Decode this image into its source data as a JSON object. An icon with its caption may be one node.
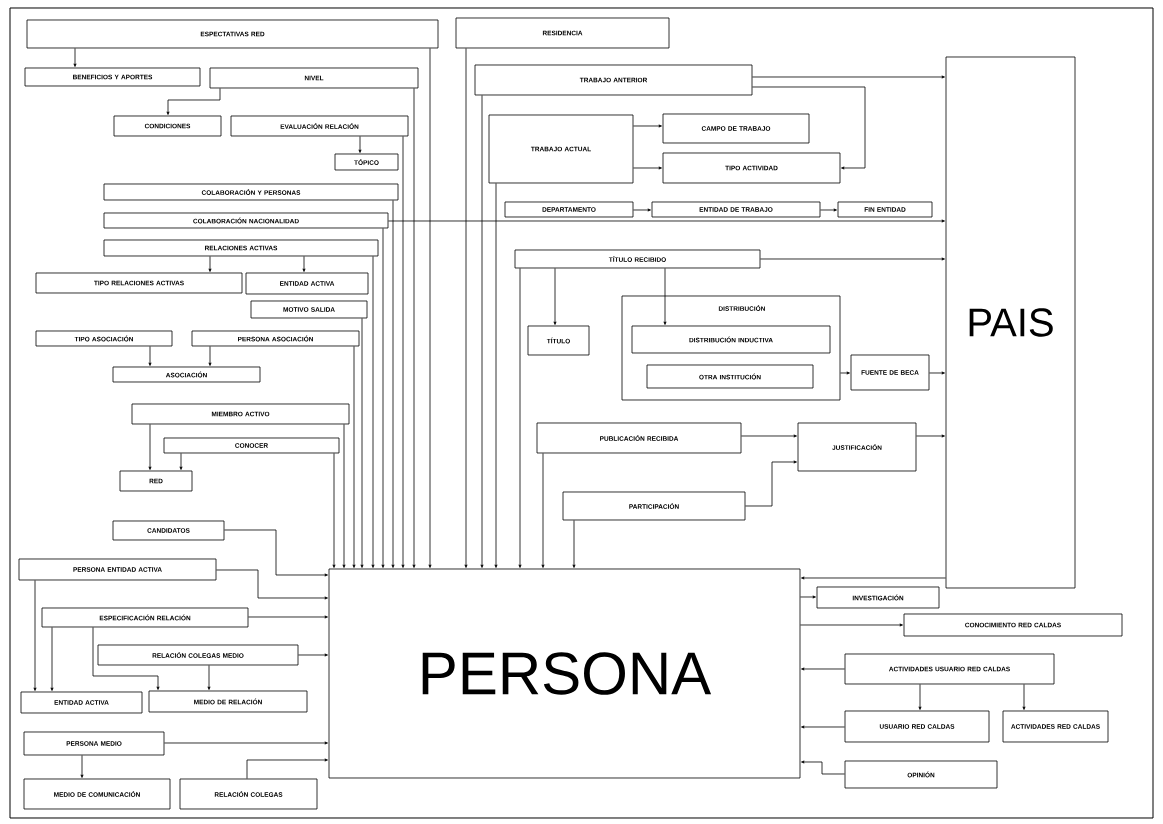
{
  "diagram": {
    "nodes": [
      {
        "text": [
          "ESPECTATIVAS RED"
        ]
      },
      {
        "text": [
          "BENEFICIOS Y APORTES"
        ]
      },
      {
        "text": [
          "NIVEL"
        ]
      },
      {
        "text": [
          "CONDICIONES"
        ]
      },
      {
        "text": [
          "EVALUACIÓN RELACIÓN"
        ]
      },
      {
        "text": [
          "TÓPICO"
        ]
      },
      {
        "text": [
          "COLABORACIÓN Y PERSONAS"
        ]
      },
      {
        "text": [
          "COLABORACIÓN NACIONALIDAD"
        ]
      },
      {
        "text": [
          "RELACIONES ACTIVAS"
        ]
      },
      {
        "text": [
          "TIPO RELACIONES ACTIVAS"
        ]
      },
      {
        "text": [
          "ENTIDAD ACTIVA"
        ]
      },
      {
        "text": [
          "MOTIVO SALIDA"
        ]
      },
      {
        "text": [
          "TIPO ASOCIACIÓN"
        ]
      },
      {
        "text": [
          "PERSONA ASOCIACIÓN"
        ]
      },
      {
        "text": [
          "ASOCIACIÓN"
        ]
      },
      {
        "text": [
          "MIEMBRO ACTIVO"
        ]
      },
      {
        "text": [
          "CONOCER"
        ]
      },
      {
        "text": [
          "RED"
        ]
      },
      {
        "text": [
          "CANDIDATOS"
        ]
      },
      {
        "text": [
          "PERSONA ENTIDAD ACTIVA"
        ]
      },
      {
        "text": [
          "ESPECIFICACIÓN RELACIÓN"
        ]
      },
      {
        "text": [
          "RELACIÓN COLEGAS MEDIO"
        ]
      },
      {
        "text": [
          "ENTIDAD ACTIVA"
        ]
      },
      {
        "text": [
          "MEDIO DE RELACIÓN"
        ]
      },
      {
        "text": [
          "PERSONA MEDIO"
        ]
      },
      {
        "text": [
          "MEDIO DE COMUNICACIÓN"
        ]
      },
      {
        "text": [
          "RELACIÓN COLEGAS"
        ]
      },
      {
        "text": [
          "PERSONA"
        ]
      },
      {
        "text": [
          "RESIDENCIA"
        ]
      },
      {
        "text": [
          "TRABAJO ANTERIOR"
        ]
      },
      {
        "text": [
          "TRABAJO ACTUAL"
        ]
      },
      {
        "text": [
          "CAMPO DE TRABAJO"
        ]
      },
      {
        "text": [
          "TIPO ACTIVIDAD"
        ]
      },
      {
        "text": [
          "DEPARTAMENTO"
        ]
      },
      {
        "text": [
          "ENTIDAD DE TRABAJO"
        ]
      },
      {
        "text": [
          "FIN ENTIDAD"
        ]
      },
      {
        "text": [
          "TÍTULO RECIBIDO"
        ]
      },
      {
        "text": [
          "TÍTULO"
        ]
      },
      {
        "text": [
          "DISTRIBUCIÓN"
        ]
      },
      {
        "text": [
          "DISTRIBUCIÓN INDUCTIVA"
        ],
        "in": 38
      },
      {
        "text": [
          "OTRA INSTITUCIÓN"
        ],
        "in": 38
      },
      {
        "text": [
          "FUENTE DE BECA"
        ]
      },
      {
        "text": [
          "PUBLICACIÓN RECIBIDA"
        ]
      },
      {
        "text": [
          "JUSTIFICACIÓN"
        ]
      },
      {
        "text": [
          "PARTICIPACIÓN"
        ]
      },
      {
        "text": [
          "PAIS"
        ]
      },
      {
        "text": [
          "INVESTIGACIÓN"
        ]
      },
      {
        "text": [
          "CONOCIMIENTO RED CALDAS"
        ]
      },
      {
        "text": [
          "ACTIVIDADES USUARIO RED CALDAS"
        ]
      },
      {
        "text": [
          "USUARIO RED CALDAS"
        ]
      },
      {
        "text": [
          "ACTIVIDADES RED CALDAS"
        ]
      },
      {
        "text": [
          "OPINIÓN"
        ]
      }
    ],
    "edges": [
      {
        "from": 0,
        "to": 1,
        "arrow": "to"
      },
      {
        "from": 0,
        "to": 27,
        "arrow": "to"
      },
      {
        "from": 2,
        "to": 3,
        "arrow": "to"
      },
      {
        "from": 2,
        "to": 27,
        "arrow": "to"
      },
      {
        "from": 4,
        "to": 5,
        "arrow": "to"
      },
      {
        "from": 4,
        "to": 27,
        "arrow": "to"
      },
      {
        "from": 6,
        "to": 27,
        "arrow": "to"
      },
      {
        "from": 7,
        "to": 27,
        "arrow": "to"
      },
      {
        "from": 7,
        "to": 45,
        "arrow": "to"
      },
      {
        "from": 8,
        "to": 9,
        "arrow": "to"
      },
      {
        "from": 8,
        "to": 10,
        "arrow": "to"
      },
      {
        "from": 8,
        "to": 27,
        "arrow": "to"
      },
      {
        "from": 11,
        "to": 27,
        "arrow": "to"
      },
      {
        "from": 12,
        "to": 14,
        "arrow": "to"
      },
      {
        "from": 13,
        "to": 14,
        "arrow": "to"
      },
      {
        "from": 13,
        "to": 27,
        "arrow": "to"
      },
      {
        "from": 15,
        "to": 17,
        "arrow": "to"
      },
      {
        "from": 15,
        "to": 27,
        "arrow": "to"
      },
      {
        "from": 16,
        "to": 17,
        "arrow": "to"
      },
      {
        "from": 16,
        "to": 27,
        "arrow": "to"
      },
      {
        "from": 18,
        "to": 27,
        "arrow": "to"
      },
      {
        "from": 19,
        "to": 27,
        "arrow": "to"
      },
      {
        "from": 19,
        "to": 22,
        "arrow": "to"
      },
      {
        "from": 20,
        "to": 27,
        "arrow": "to"
      },
      {
        "from": 20,
        "to": 22,
        "arrow": "to"
      },
      {
        "from": 20,
        "to": 23,
        "arrow": "to"
      },
      {
        "from": 21,
        "to": 27,
        "arrow": "to"
      },
      {
        "from": 21,
        "to": 23,
        "arrow": "to"
      },
      {
        "from": 24,
        "to": 27,
        "arrow": "to"
      },
      {
        "from": 24,
        "to": 25,
        "arrow": "to"
      },
      {
        "from": 26,
        "to": 27,
        "arrow": "to"
      },
      {
        "from": 28,
        "to": 27,
        "arrow": "to"
      },
      {
        "from": 29,
        "to": 45,
        "arrow": "to"
      },
      {
        "from": 29,
        "to": 32,
        "arrow": "to"
      },
      {
        "from": 29,
        "to": 27,
        "arrow": "to"
      },
      {
        "from": 30,
        "to": 31,
        "arrow": "to"
      },
      {
        "from": 30,
        "to": 32,
        "arrow": "to"
      },
      {
        "from": 30,
        "to": 27,
        "arrow": "to"
      },
      {
        "from": 33,
        "to": 34,
        "arrow": "to"
      },
      {
        "from": 34,
        "to": 35,
        "arrow": "to"
      },
      {
        "from": 36,
        "to": 45,
        "arrow": "to"
      },
      {
        "from": 36,
        "to": 37,
        "arrow": "to"
      },
      {
        "from": 36,
        "to": 39,
        "arrow": "to"
      },
      {
        "from": 36,
        "to": 27,
        "arrow": "to"
      },
      {
        "from": 38,
        "to": 41,
        "arrow": "to"
      },
      {
        "from": 41,
        "to": 45,
        "arrow": "to"
      },
      {
        "from": 42,
        "to": 43,
        "arrow": "to"
      },
      {
        "from": 42,
        "to": 27,
        "arrow": "to"
      },
      {
        "from": 44,
        "to": 43,
        "arrow": "to"
      },
      {
        "from": 44,
        "to": 27,
        "arrow": "to"
      },
      {
        "from": 43,
        "to": 45,
        "arrow": "to"
      },
      {
        "from": 45,
        "to": 27,
        "arrow": "to"
      },
      {
        "from": 27,
        "to": 46,
        "arrow": "to"
      },
      {
        "from": 27,
        "to": 47,
        "arrow": "to"
      },
      {
        "from": 48,
        "to": 27,
        "arrow": "to"
      },
      {
        "from": 48,
        "to": 49,
        "arrow": "to"
      },
      {
        "from": 48,
        "to": 50,
        "arrow": "to"
      },
      {
        "from": 49,
        "to": 27,
        "arrow": "to"
      },
      {
        "from": 51,
        "to": 27,
        "arrow": "to"
      }
    ]
  }
}
